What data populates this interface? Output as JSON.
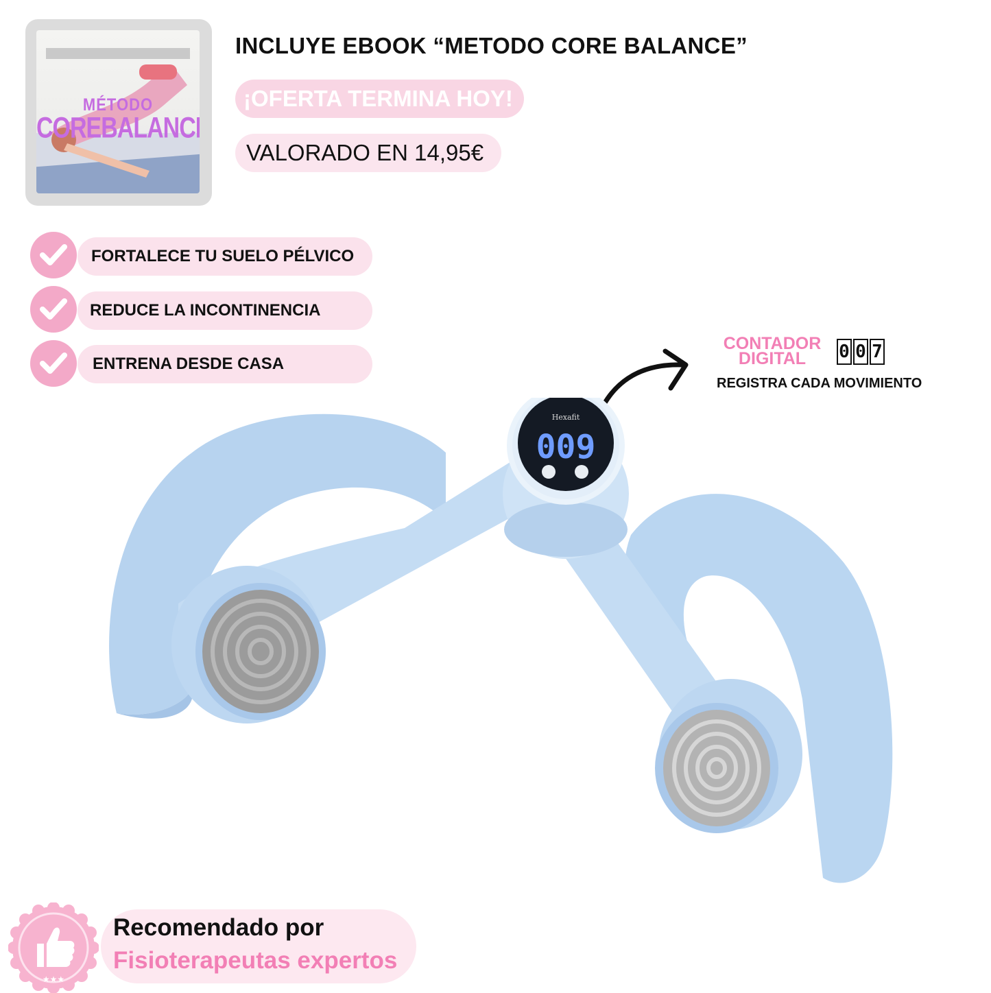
{
  "ebook": {
    "cover_title_small": "MÉTODO",
    "cover_title_big": "COREBALANCE",
    "headline": "INCLUYE EBOOK “METODO CORE BALANCE”",
    "offer": "¡OFERTA TERMINA HOY!",
    "value": "VALORADO EN 14,95€"
  },
  "benefits": [
    {
      "label": "FORTALECE TU SUELO PÉLVICO",
      "icon": "check-icon"
    },
    {
      "label": "REDUCE LA INCONTINENCIA",
      "icon": "check-icon"
    },
    {
      "label": "ENTRENA DESDE CASA",
      "icon": "check-icon"
    }
  ],
  "counter": {
    "title_line1": "CONTADOR",
    "title_line2": "DIGITAL",
    "digits": [
      "0",
      "0",
      "7"
    ],
    "subtitle": "REGISTRA CADA MOVIMIENTO",
    "display_value": "009",
    "device_brand": "Hexafit"
  },
  "recommendation": {
    "line1": "Recomendado por",
    "line2": "Fisioterapeutas expertos",
    "icon": "thumbs-up-icon"
  },
  "colors": {
    "pink_accent": "#f27fb5",
    "pink_pill": "#fbe2ec",
    "product_blue": "#b9d5f0",
    "pad_gray": "#9a9a9a"
  }
}
